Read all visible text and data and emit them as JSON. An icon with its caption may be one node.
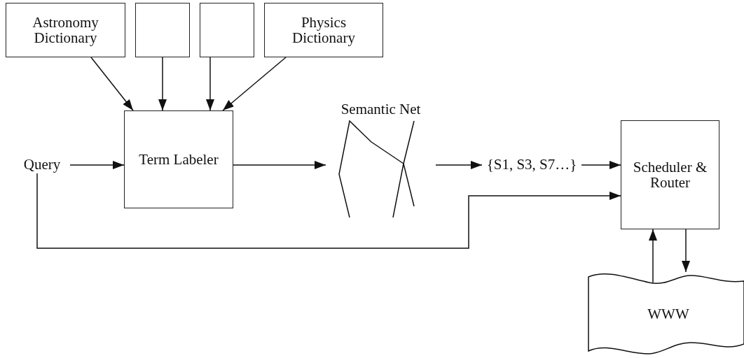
{
  "diagram": {
    "nodes": [
      {
        "text": [
          "Astronomy Dictionary"
        ]
      },
      {
        "text": [],
        "shape": "box"
      },
      {
        "text": [],
        "shape": "box"
      },
      {
        "text": [
          "Physics Dictionary"
        ]
      },
      {
        "text": [
          "Query"
        ]
      },
      {
        "text": [
          "Term Labeler"
        ]
      },
      {
        "text": [
          "Semantic Net"
        ]
      },
      {
        "text": [
          "{S1, S3, S7…}"
        ]
      },
      {
        "text": [
          "Scheduler & Router"
        ]
      },
      {
        "text": [
          "WWW"
        ]
      }
    ],
    "edges": [
      {
        "from": 0,
        "to": 5,
        "arrow": "to"
      },
      {
        "from": 1,
        "to": 5,
        "arrow": "to"
      },
      {
        "from": 2,
        "to": 5,
        "arrow": "to"
      },
      {
        "from": 3,
        "to": 5,
        "arrow": "to"
      },
      {
        "from": 4,
        "to": 5,
        "arrow": "to"
      },
      {
        "from": 5,
        "to": 6,
        "arrow": "to"
      },
      {
        "from": 6,
        "to": 7,
        "arrow": "to"
      },
      {
        "from": 7,
        "to": 8,
        "arrow": "to"
      },
      {
        "from": 4,
        "to": 8,
        "arrow": "to"
      },
      {
        "from": 9,
        "to": 8,
        "arrow": "to"
      },
      {
        "from": 8,
        "to": 9,
        "arrow": "to"
      }
    ]
  }
}
